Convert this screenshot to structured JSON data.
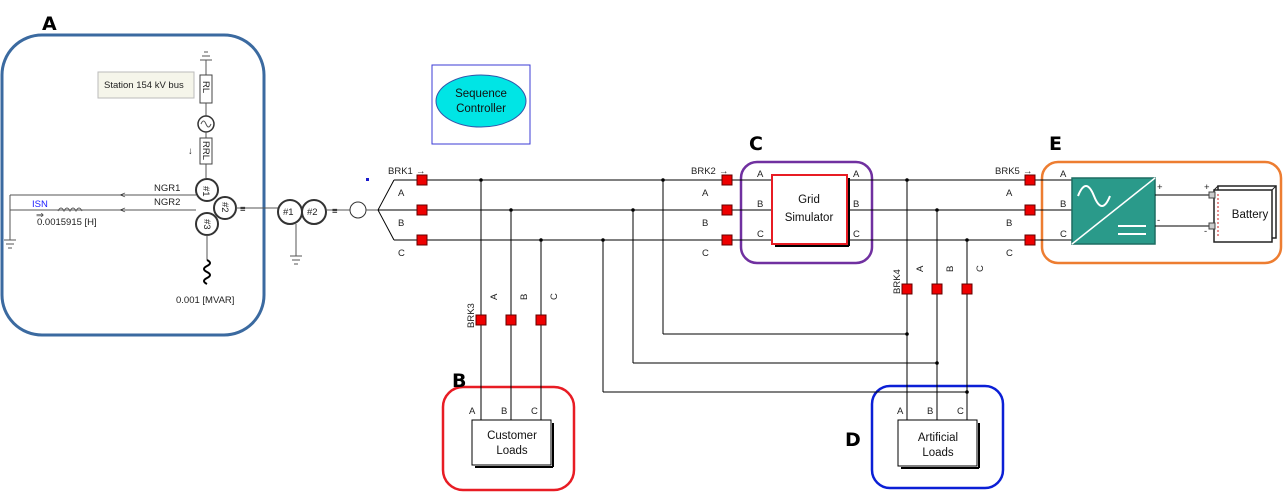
{
  "regions": {
    "A": "A",
    "B": "B",
    "C": "C",
    "D": "D",
    "E": "E"
  },
  "source": {
    "station_bus_label": "Station 154 kV bus",
    "rl_label": "RL",
    "rrl_label": "RRL",
    "ngr1_label": "NGR1",
    "ngr2_label": "NGR2",
    "isn_label": "ISN",
    "inductance_label": "0.0015915 [H]",
    "mvar_label": "0.001 [MVAR]",
    "winding_1": "#1",
    "winding_2": "#2",
    "winding_3": "#3"
  },
  "transformer2": {
    "winding_1": "#1",
    "winding_2": "#2"
  },
  "sequence_controller": {
    "line1": "Sequence",
    "line2": "Controller"
  },
  "breakers": {
    "brk1": "BRK1",
    "brk2": "BRK2",
    "brk3": "BRK3",
    "brk4": "BRK4",
    "brk5": "BRK5"
  },
  "phases": {
    "a": "A",
    "b": "B",
    "c": "C"
  },
  "grid_simulator": {
    "line1": "Grid",
    "line2": "Simulator"
  },
  "customer_loads": {
    "line1": "Customer",
    "line2": "Loads"
  },
  "artificial_loads": {
    "line1": "Artificial",
    "line2": "Loads"
  },
  "battery": {
    "label": "Battery",
    "plus": "+",
    "minus": "-"
  },
  "colors": {
    "region_a": "#3b6aa0",
    "region_b": "#e81c24",
    "region_c": "#7030a0",
    "region_d": "#0b1fd6",
    "region_e": "#ed7d31",
    "breaker": "#ee0000",
    "controller_fill": "#00e5e5",
    "inverter_fill": "#2a9a8a"
  }
}
